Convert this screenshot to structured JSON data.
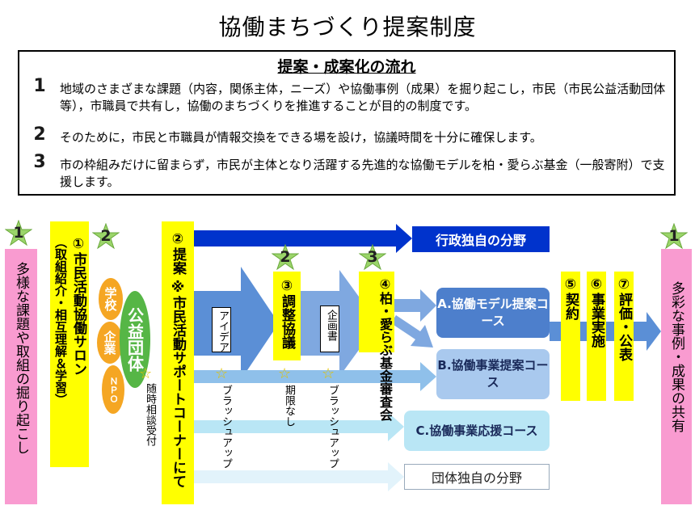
{
  "title": "協働まちづくり提案制度",
  "flow": {
    "heading": "提案・成案化の流れ",
    "points": [
      {
        "num": "1",
        "text": "地域のさまざまな課題（内容，関係主体，ニーズ）や協働事例（成果）を掘り起こし，市民（市民公益活動団体等），市職員で共有し，協働のまちづくりを推進することが目的の制度です。"
      },
      {
        "num": "2",
        "text": "そのために，市民と市職員が情報交換をできる場を設け，協議時間を十分に確保します。"
      },
      {
        "num": "3",
        "text": "市の枠組みだけに留まらず，市民が主体となり活躍する先進的な協働モデルを柏・愛らぶ基金（一般寄附）で支援します。"
      }
    ]
  },
  "diagram": {
    "stars": {
      "s1": "1",
      "s2": "2",
      "s3": "2",
      "s4": "3",
      "s5": "1"
    },
    "left_pink": "多様な課題や取組の掘り起こし",
    "right_pink": "多彩な事例・成果の共有",
    "salon": {
      "title": "①市民活動協働サロン",
      "sub": "（取組紹介・相互理解＆学習）"
    },
    "groups": {
      "school": "学校",
      "company": "企業",
      "npo": "ＮＰＯ",
      "public": "公益団体"
    },
    "consult_note": "随時相談受付",
    "proposal": {
      "title": "②提案",
      "sub": "※市民活動サポートコーナーにて"
    },
    "idea_label": "アイデア",
    "brushup1": "ブラッシュアップ",
    "adjust": "③調整協議",
    "no_limit": "期限なし",
    "plan_label": "企画書",
    "brushup2": "ブラッシュアップ",
    "fund": "④柏・愛らぶ基金審査会",
    "admin_field": "行政独自の分野",
    "group_field": "団体独自の分野",
    "courses": {
      "a": "A.協働モデル提案コース",
      "b": "B.協働事業提案コース",
      "c": "C.協働事業応援コース"
    },
    "contract": "⑤契約",
    "implement": "⑥事業実施",
    "evaluate": "⑦評価・公表",
    "colors": {
      "pink": "#f99bd0",
      "yellow": "#ffff00",
      "blue_dark": "#0033cc",
      "blue_mid": "#5b8fd6",
      "blue_light": "#b9e6f5"
    }
  }
}
